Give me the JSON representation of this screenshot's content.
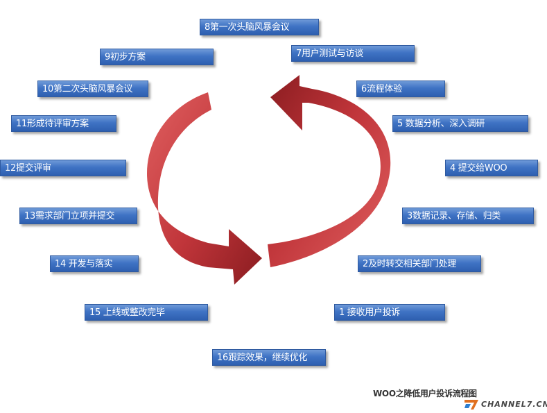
{
  "steps": [
    {
      "id": "s8",
      "label": "8第一次头脑风暴会议"
    },
    {
      "id": "s9",
      "label": "9初步方案"
    },
    {
      "id": "s7",
      "label": "7用户测试与访谈"
    },
    {
      "id": "s10",
      "label": "10第二次头脑风暴会议"
    },
    {
      "id": "s6",
      "label": "6流程体验"
    },
    {
      "id": "s11",
      "label": "11形成待评审方案"
    },
    {
      "id": "s5",
      "label": "5 数据分析、深入调研"
    },
    {
      "id": "s12",
      "label": "12提交评审"
    },
    {
      "id": "s4",
      "label": "4 提交给WOO"
    },
    {
      "id": "s13",
      "label": "13需求部门立项并提交"
    },
    {
      "id": "s3",
      "label": "3数据记录、存储、归类"
    },
    {
      "id": "s14",
      "label": "14 开发与落实"
    },
    {
      "id": "s2",
      "label": "2及时转交相关部门处理"
    },
    {
      "id": "s15",
      "label": "15 上线或整改完毕"
    },
    {
      "id": "s1",
      "label": "1 接收用户投诉"
    },
    {
      "id": "s16",
      "label": "16跟踪效果，继续优化"
    }
  ],
  "caption": "WOO之降低用户投诉流程图",
  "logo": {
    "text": "CHANNEL7.CN",
    "icon": "channel7-logo-icon"
  },
  "colors": {
    "box": "#3f73c4",
    "arrow": "#b8272d",
    "arrow_light": "#e06060"
  }
}
